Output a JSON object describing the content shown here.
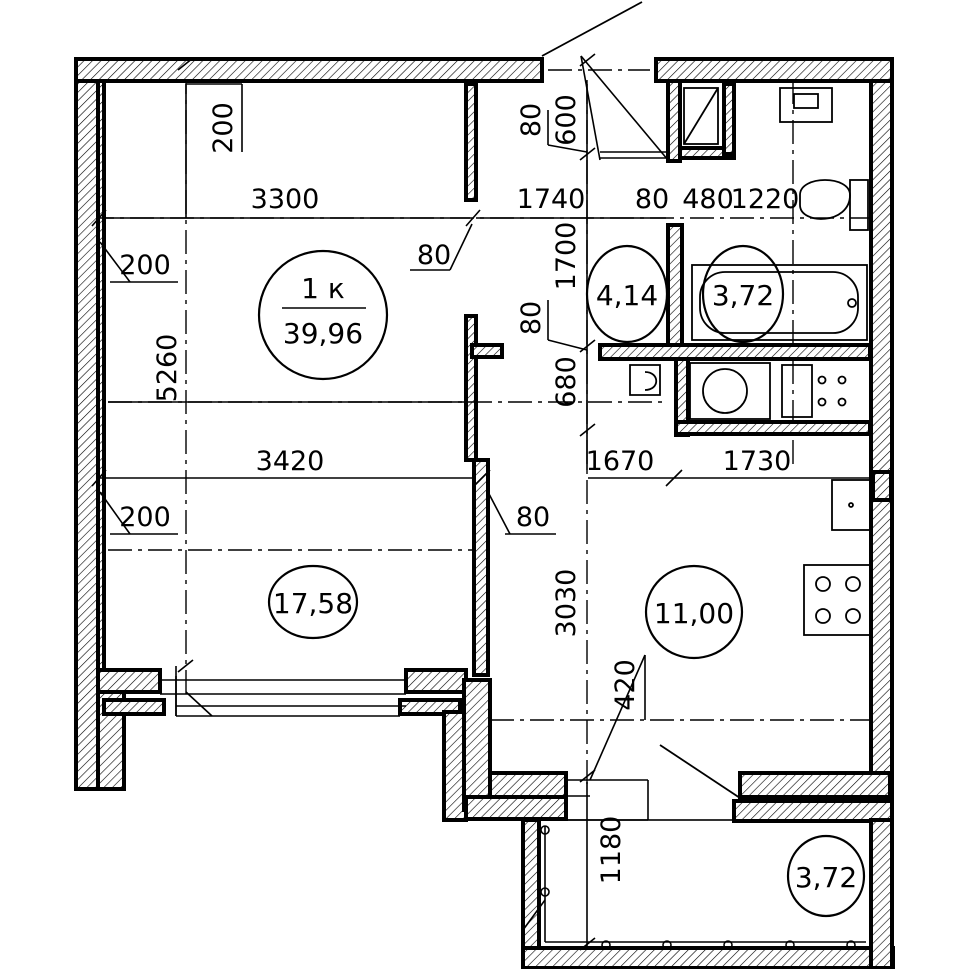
{
  "apartment": {
    "rooms_label": "1 к",
    "total_area": "39,96"
  },
  "rooms": {
    "living_room": "17,58",
    "kitchen": "11,00",
    "hall": "4,14",
    "bathroom": "3,72",
    "loggia": "3,72"
  },
  "dimensions": {
    "d_3300": "3300",
    "d_1740": "1740",
    "d_80_a": "80",
    "d_480": "480",
    "d_1220": "1220",
    "d_200_top": "200",
    "d_80_top": "80",
    "d_600": "600",
    "d_200_left": "200",
    "d_80_mid": "80",
    "d_1700": "1700",
    "d_80_hall": "80",
    "d_5260": "5260",
    "d_680": "680",
    "d_3420": "3420",
    "d_1670": "1670",
    "d_1730": "1730",
    "d_200_low": "200",
    "d_80_low": "80",
    "d_3030": "3030",
    "d_420": "420",
    "d_1180": "1180"
  }
}
